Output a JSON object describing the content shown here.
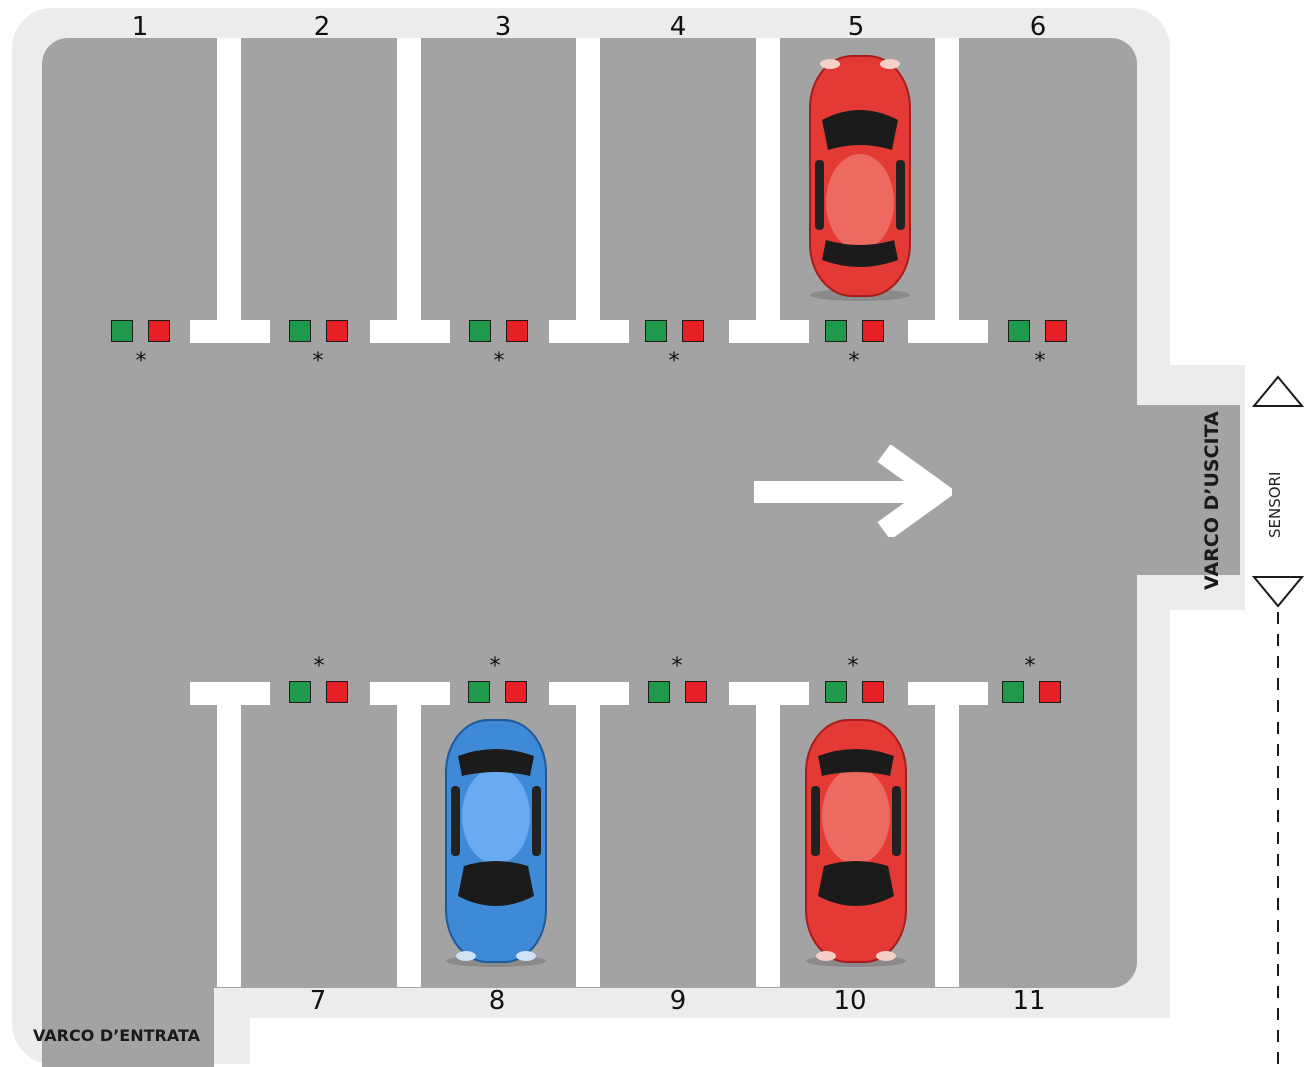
{
  "top_spots": [
    "1",
    "2",
    "3",
    "4",
    "5",
    "6"
  ],
  "bottom_spots": [
    "7",
    "8",
    "9",
    "10",
    "11"
  ],
  "sensor_marker": "*",
  "entry_label": "VARCO D’ENTRATA",
  "exit_label": "VARCO D’USCITA",
  "sensors_label": "SENSORI",
  "parked_cars": [
    {
      "spot": "5",
      "color": "#e43a35"
    },
    {
      "spot": "8",
      "color": "#3e8ad6"
    },
    {
      "spot": "10",
      "color": "#e43a35"
    }
  ],
  "colors": {
    "asphalt": "#a3a3a3",
    "border": "#ececec",
    "free_light": "#1f9a4a",
    "occupied_light": "#e62024"
  }
}
